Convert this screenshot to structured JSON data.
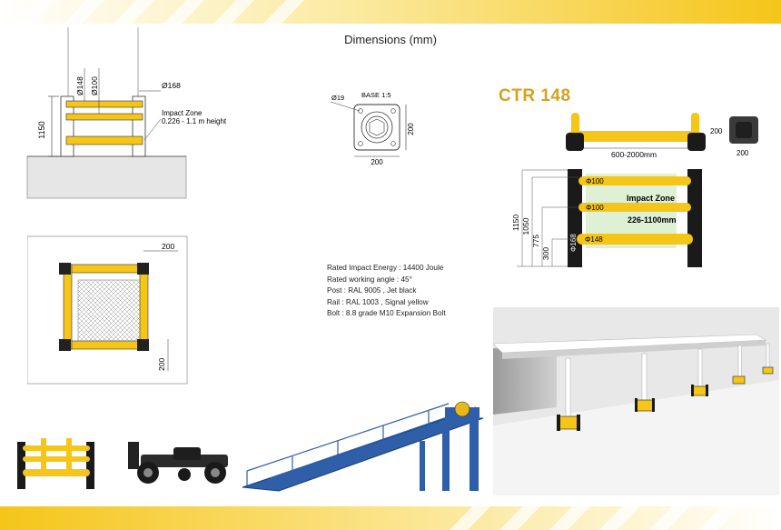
{
  "page": {
    "title": "Dimensions (mm)",
    "brand_color": "#f5c518",
    "post_color": "#1a1a1a"
  },
  "front_view": {
    "dia_148": "Ø148",
    "dia_100": "Ø100",
    "dia_168": "Ø168",
    "height": "1150",
    "impact_zone_label": "Impact Zone",
    "impact_zone_range": "0.226 - 1.1 m height"
  },
  "base_detail": {
    "label": "BASE 1:5",
    "dia_19": "Ø19",
    "width": "200",
    "height": "200"
  },
  "top_view": {
    "dim_top": "200",
    "dim_side": "200"
  },
  "product": {
    "name": "CTR 148",
    "span": "600-2000mm",
    "base_h": "200",
    "base_w": "200",
    "dia_100_a": "Φ100",
    "dia_100_b": "Φ100",
    "dia_148": "Φ148",
    "dia_168": "Φ168",
    "h_1150": "1150",
    "h_1050": "1050",
    "h_775": "775",
    "h_300": "300",
    "impact_zone": "Impact Zone",
    "impact_range": "226-1100mm"
  },
  "specs": [
    "Rated Impact Energy : 14400 Joule",
    "Rated working angle : 45°",
    "Post : RAL 9005 , Jet black",
    "Rail : RAL 1003 , Signal yellow",
    "Bolt :  8.8 grade M10 Expansion Bolt"
  ]
}
